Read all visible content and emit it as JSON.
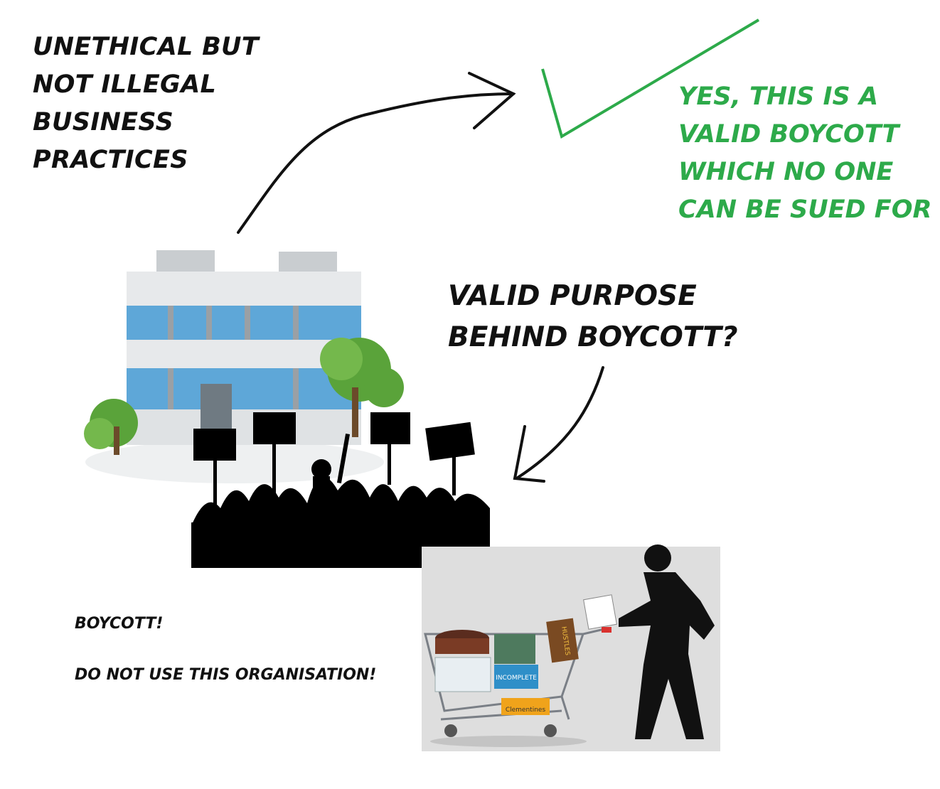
{
  "labels": {
    "unethical": "UNETHICAL BUT\nNOT ILLEGAL\nBUSINESS\nPRACTICES",
    "valid_boycott": "YES, THIS IS A\nVALID BOYCOTT\nWHICH NO ONE\nCAN BE SUED FOR",
    "purpose_question": "VALID PURPOSE\nBEHIND BOYCOTT?",
    "boycott_message": "BOYCOTT!\nDO NOT USE THIS ORGANISATION!"
  },
  "colors": {
    "check": "#2daa4a",
    "ink": "#111111"
  },
  "icons": [
    "office-building-image",
    "protest-crowd-image",
    "shopper-with-cart-image",
    "checkmark-icon",
    "curved-arrow-icon"
  ],
  "cart_items": {
    "box_clementines": "Clementines",
    "box_incomplete": "INCOMPLETE",
    "book_hustle": "HUSTLES"
  }
}
